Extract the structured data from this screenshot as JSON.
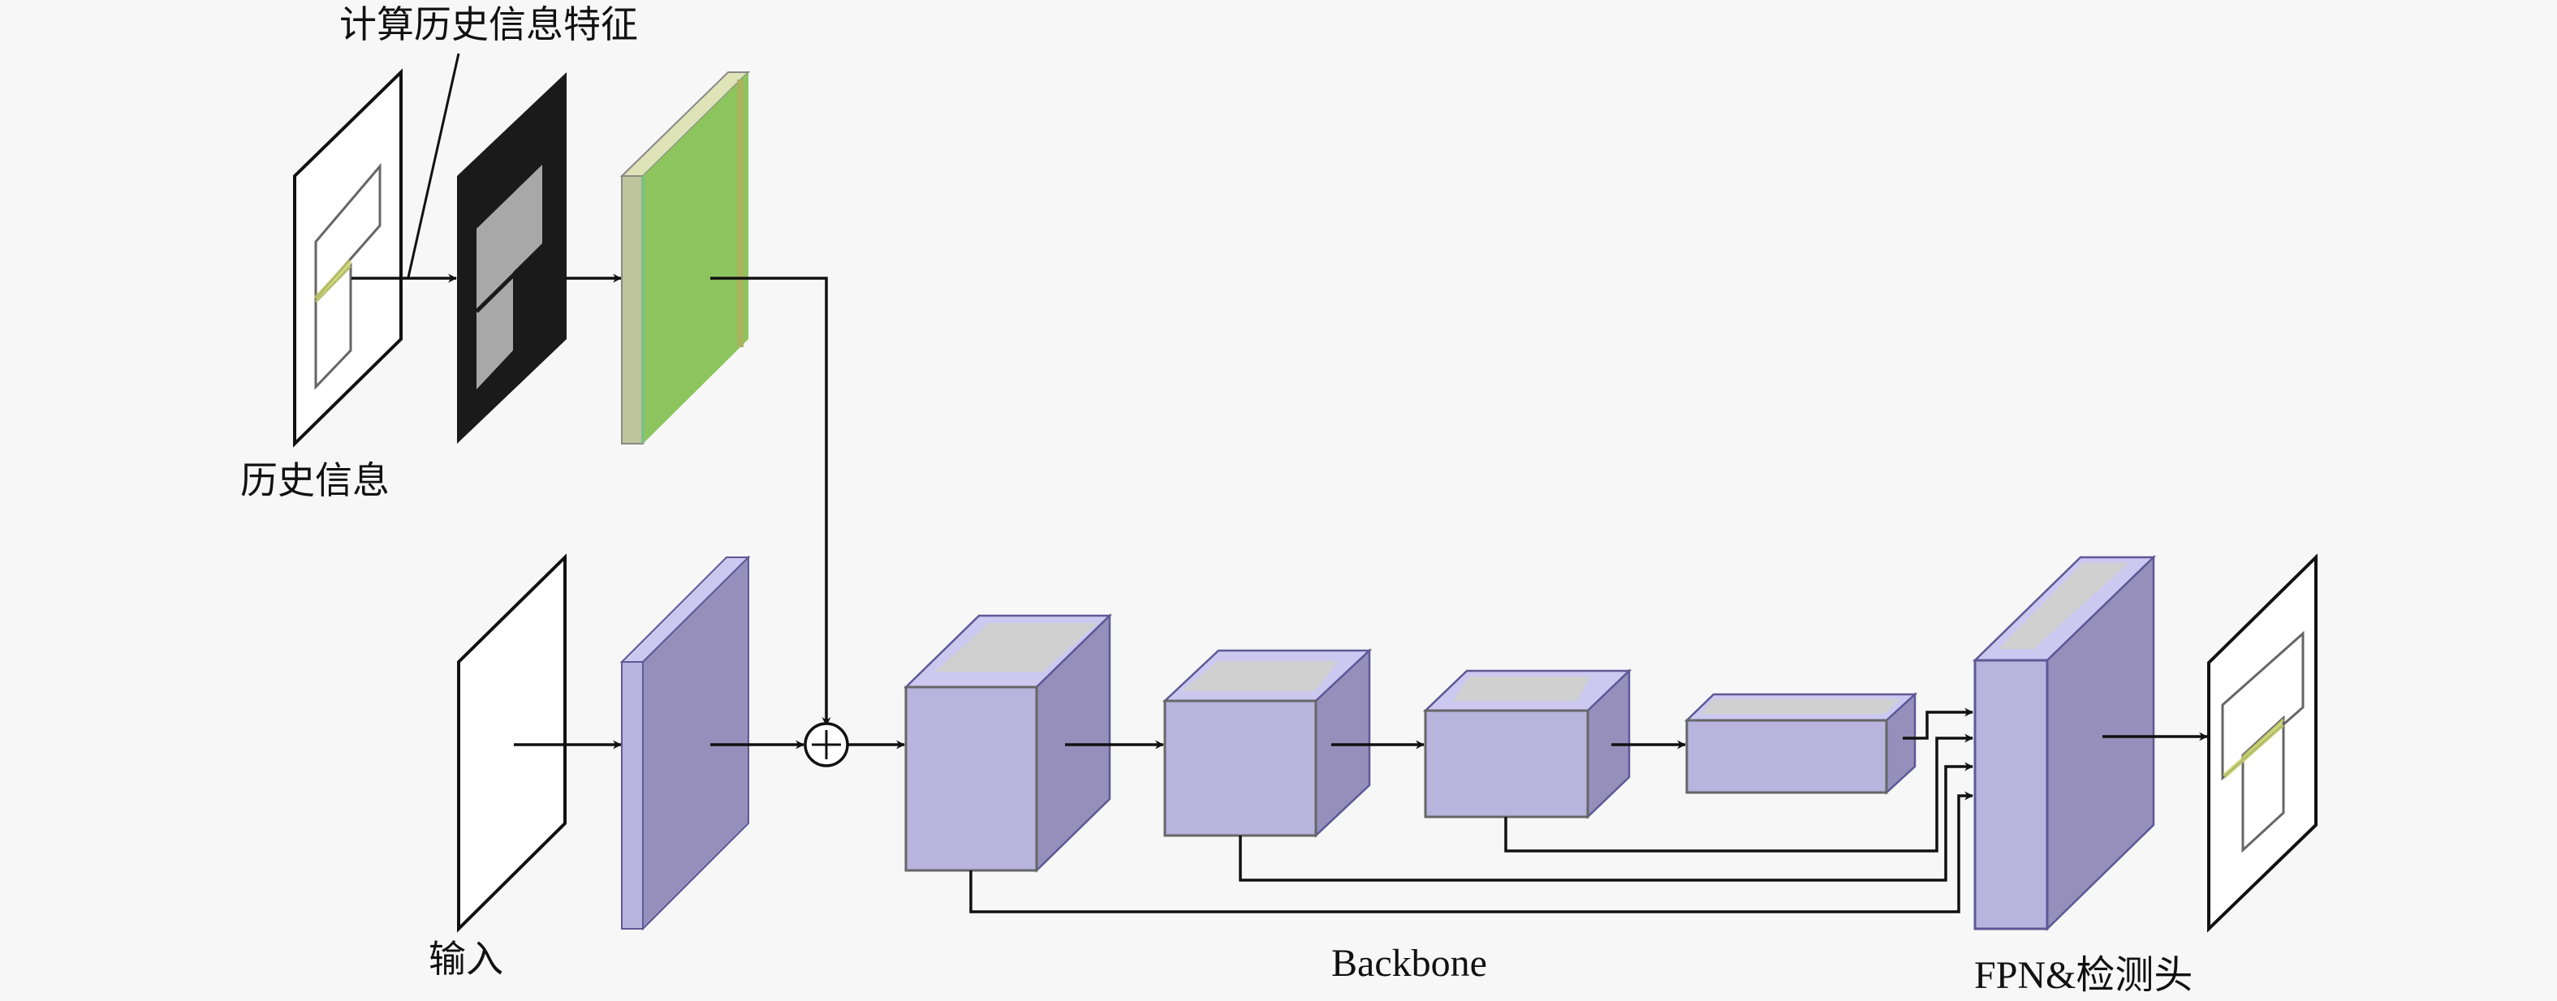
{
  "diagram": {
    "labels": {
      "history_feature": "计算历史信息特征",
      "history_info": "历史信息",
      "input": "输入",
      "backbone": "Backbone",
      "fpn_head": "FPN&检测头"
    },
    "nodes": [
      {
        "id": "history-frame",
        "kind": "image-frame",
        "label": "历史信息"
      },
      {
        "id": "history-mask",
        "kind": "mask-map"
      },
      {
        "id": "history-feature",
        "kind": "feature-map"
      },
      {
        "id": "input-frame",
        "kind": "image-frame",
        "label": "输入"
      },
      {
        "id": "input-conv",
        "kind": "feature-map"
      },
      {
        "id": "add-op",
        "kind": "element-wise-add",
        "symbol": "+"
      },
      {
        "id": "backbone-stage-1",
        "kind": "block",
        "group": "Backbone"
      },
      {
        "id": "backbone-stage-2",
        "kind": "block",
        "group": "Backbone"
      },
      {
        "id": "backbone-stage-3",
        "kind": "block",
        "group": "Backbone"
      },
      {
        "id": "backbone-stage-4",
        "kind": "block",
        "group": "Backbone"
      },
      {
        "id": "fpn-head",
        "kind": "block",
        "label": "FPN&检测头"
      },
      {
        "id": "output-frame",
        "kind": "image-frame"
      }
    ],
    "edges": [
      [
        "history-frame",
        "history-mask"
      ],
      [
        "history-mask",
        "history-feature"
      ],
      [
        "history-feature",
        "add-op"
      ],
      [
        "input-frame",
        "input-conv"
      ],
      [
        "input-conv",
        "add-op"
      ],
      [
        "add-op",
        "backbone-stage-1"
      ],
      [
        "backbone-stage-1",
        "backbone-stage-2"
      ],
      [
        "backbone-stage-2",
        "backbone-stage-3"
      ],
      [
        "backbone-stage-3",
        "backbone-stage-4"
      ],
      [
        "backbone-stage-4",
        "fpn-head"
      ],
      [
        "backbone-stage-3",
        "fpn-head"
      ],
      [
        "backbone-stage-2",
        "fpn-head"
      ],
      [
        "backbone-stage-1",
        "fpn-head"
      ],
      [
        "fpn-head",
        "output-frame"
      ]
    ],
    "colors": {
      "background": "#f7f7f7",
      "block_front": "#b9b4de",
      "block_side": "#968fbb",
      "block_top": "#d0d0d0",
      "block_top_band": "#cdc8f0",
      "block_outline": "#5e5896",
      "feature_green": "#8cc45e",
      "feature_green_edge": "#bfc59a",
      "feature_green_top": "#dfe4b8",
      "mask_black": "#1a1a1a",
      "mask_gray": "#a8a8a8",
      "highlight_yellow": "#c8d26a"
    }
  }
}
